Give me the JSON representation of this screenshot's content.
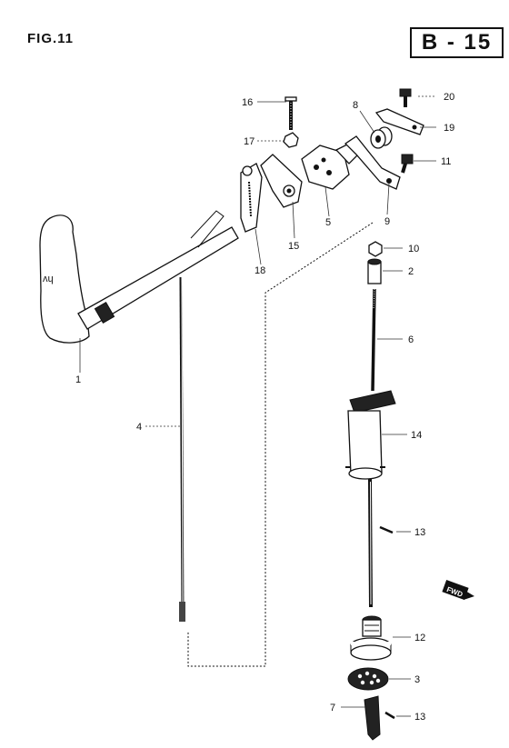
{
  "header": {
    "figure_label": "FIG.11",
    "page_code": "B - 15"
  },
  "callouts": {
    "p1": "1",
    "p2": "2",
    "p3": "3",
    "p4": "4",
    "p5": "5",
    "p6": "6",
    "p7": "7",
    "p8": "8",
    "p9": "9",
    "p10": "10",
    "p11": "11",
    "p12": "12",
    "p13a": "13",
    "p13b": "13",
    "p14": "14",
    "p15": "15",
    "p16": "16",
    "p17": "17",
    "p18": "18",
    "p19": "19",
    "p20": "20"
  },
  "direction_badge": "FWD"
}
